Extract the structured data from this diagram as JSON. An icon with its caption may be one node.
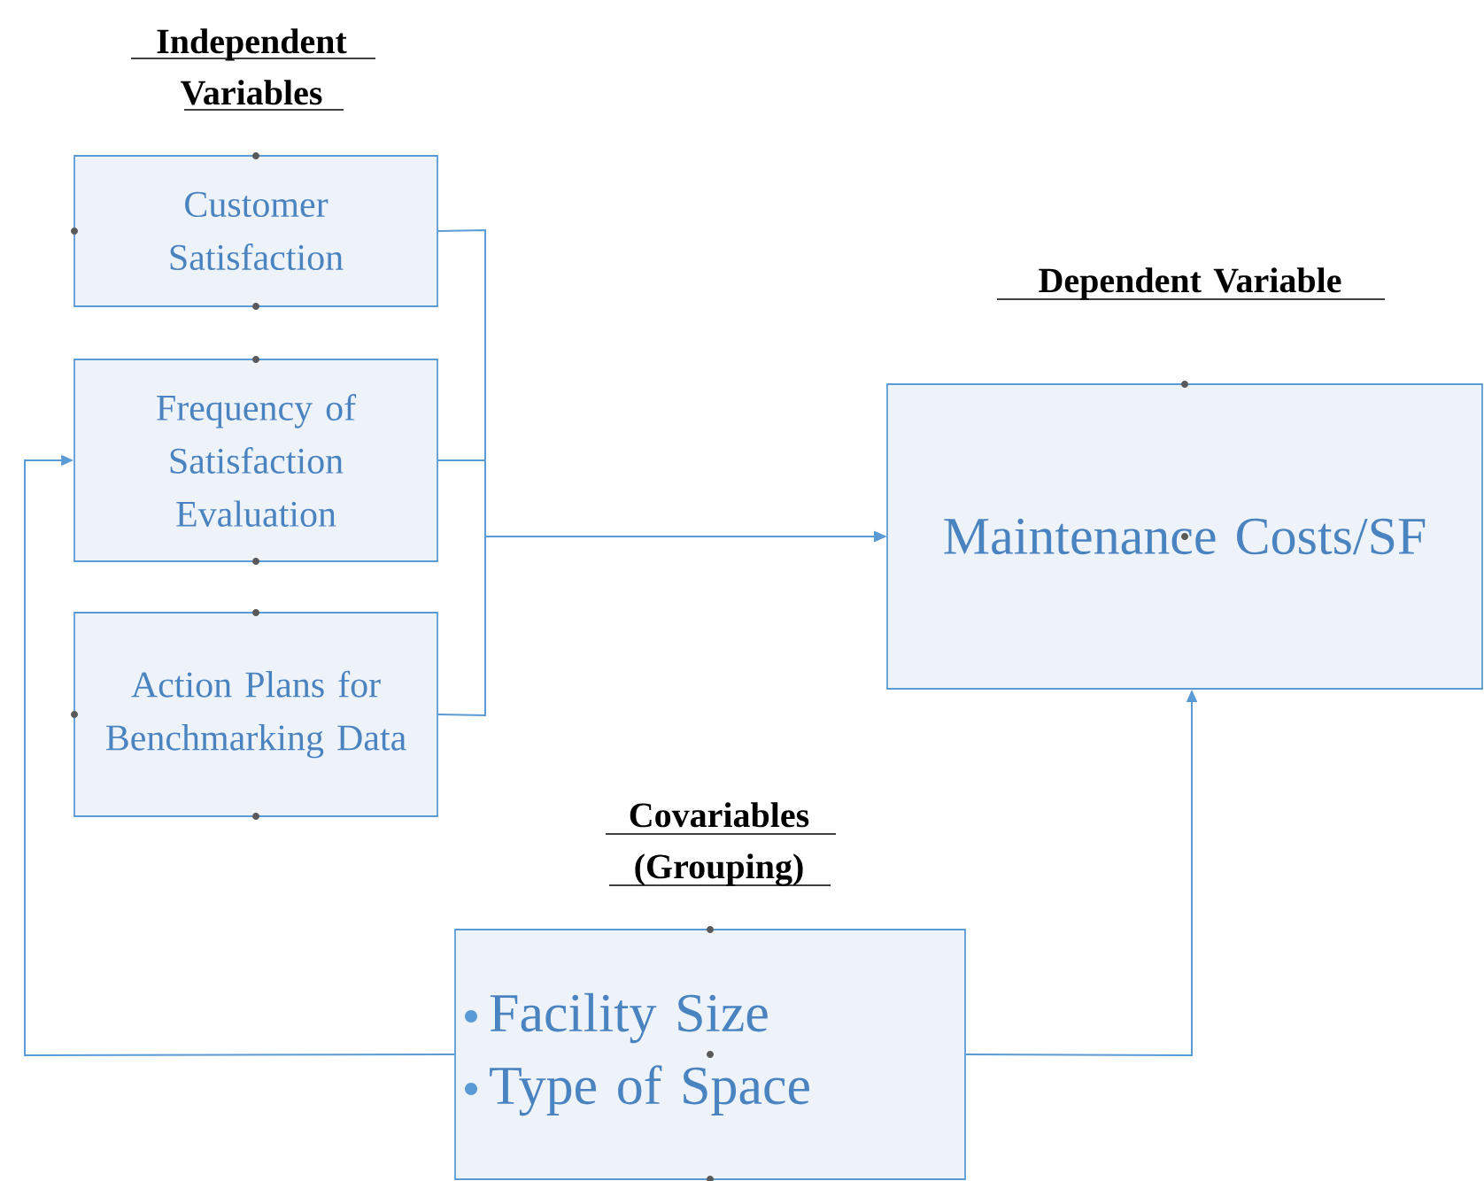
{
  "diagram": {
    "nodes": [
      {
        "text": [
          "Customer Satisfaction"
        ]
      },
      {
        "text": [
          "Frequency of Satisfaction Evaluation"
        ]
      },
      {
        "text": [
          "Action Plans for Benchmarking Data"
        ]
      },
      {
        "text": [
          "Maintenance Costs/SF"
        ]
      },
      {
        "text": [
          "Facility Size",
          "Type of Space"
        ]
      }
    ],
    "edges": [
      {
        "from": 0,
        "to": 3,
        "arrow": "to"
      },
      {
        "from": 1,
        "to": 3,
        "arrow": "to"
      },
      {
        "from": 2,
        "to": 3,
        "arrow": "to"
      },
      {
        "from": 4,
        "to": 1,
        "arrow": "to"
      },
      {
        "from": 4,
        "to": 3,
        "arrow": "to"
      }
    ],
    "labels": [
      "Independent Variables",
      "Dependent Variable",
      "Covariables (Grouping)"
    ]
  }
}
